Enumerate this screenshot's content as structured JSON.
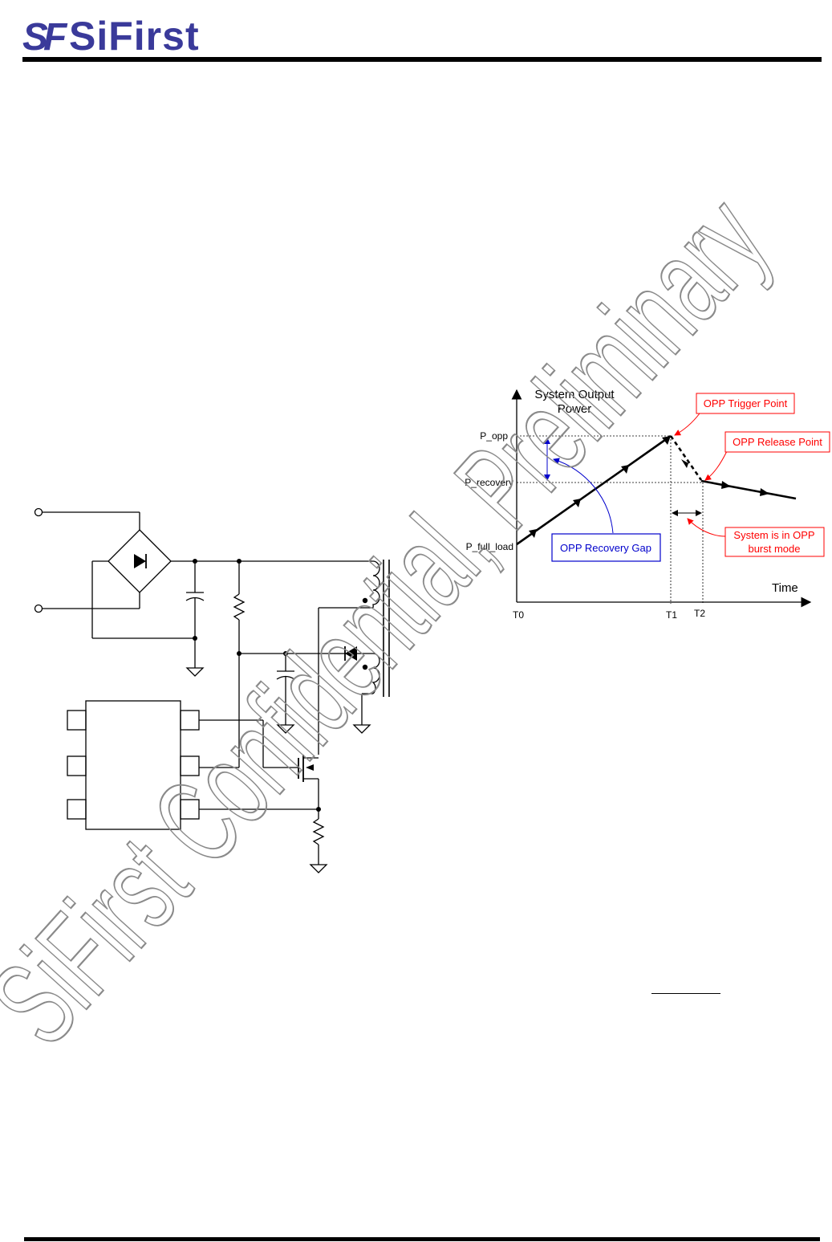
{
  "header": {
    "logo_mark": "SF",
    "logo_text": "SiFirst"
  },
  "chart": {
    "y_axis_title": [
      "System Output",
      "Power"
    ],
    "x_axis_title": "Time",
    "levels": {
      "p_opp": "P_opp",
      "p_recovery": "P_recovery",
      "p_full_load": "P_full_load"
    },
    "time_marks": {
      "t0": "T0",
      "t1": "T1",
      "t2": "T2"
    },
    "callouts": {
      "trigger": "OPP Trigger Point",
      "release": "OPP Release Point",
      "burst_line1": "System is in OPP",
      "burst_line2": "burst mode",
      "gap": "OPP Recovery Gap"
    },
    "colors": {
      "red": "#ff0000",
      "blue": "#0000cc",
      "black": "#000000"
    }
  },
  "watermark": {
    "text": "SiFirst Confidential, Preliminary",
    "color": "#8a8a8a"
  }
}
